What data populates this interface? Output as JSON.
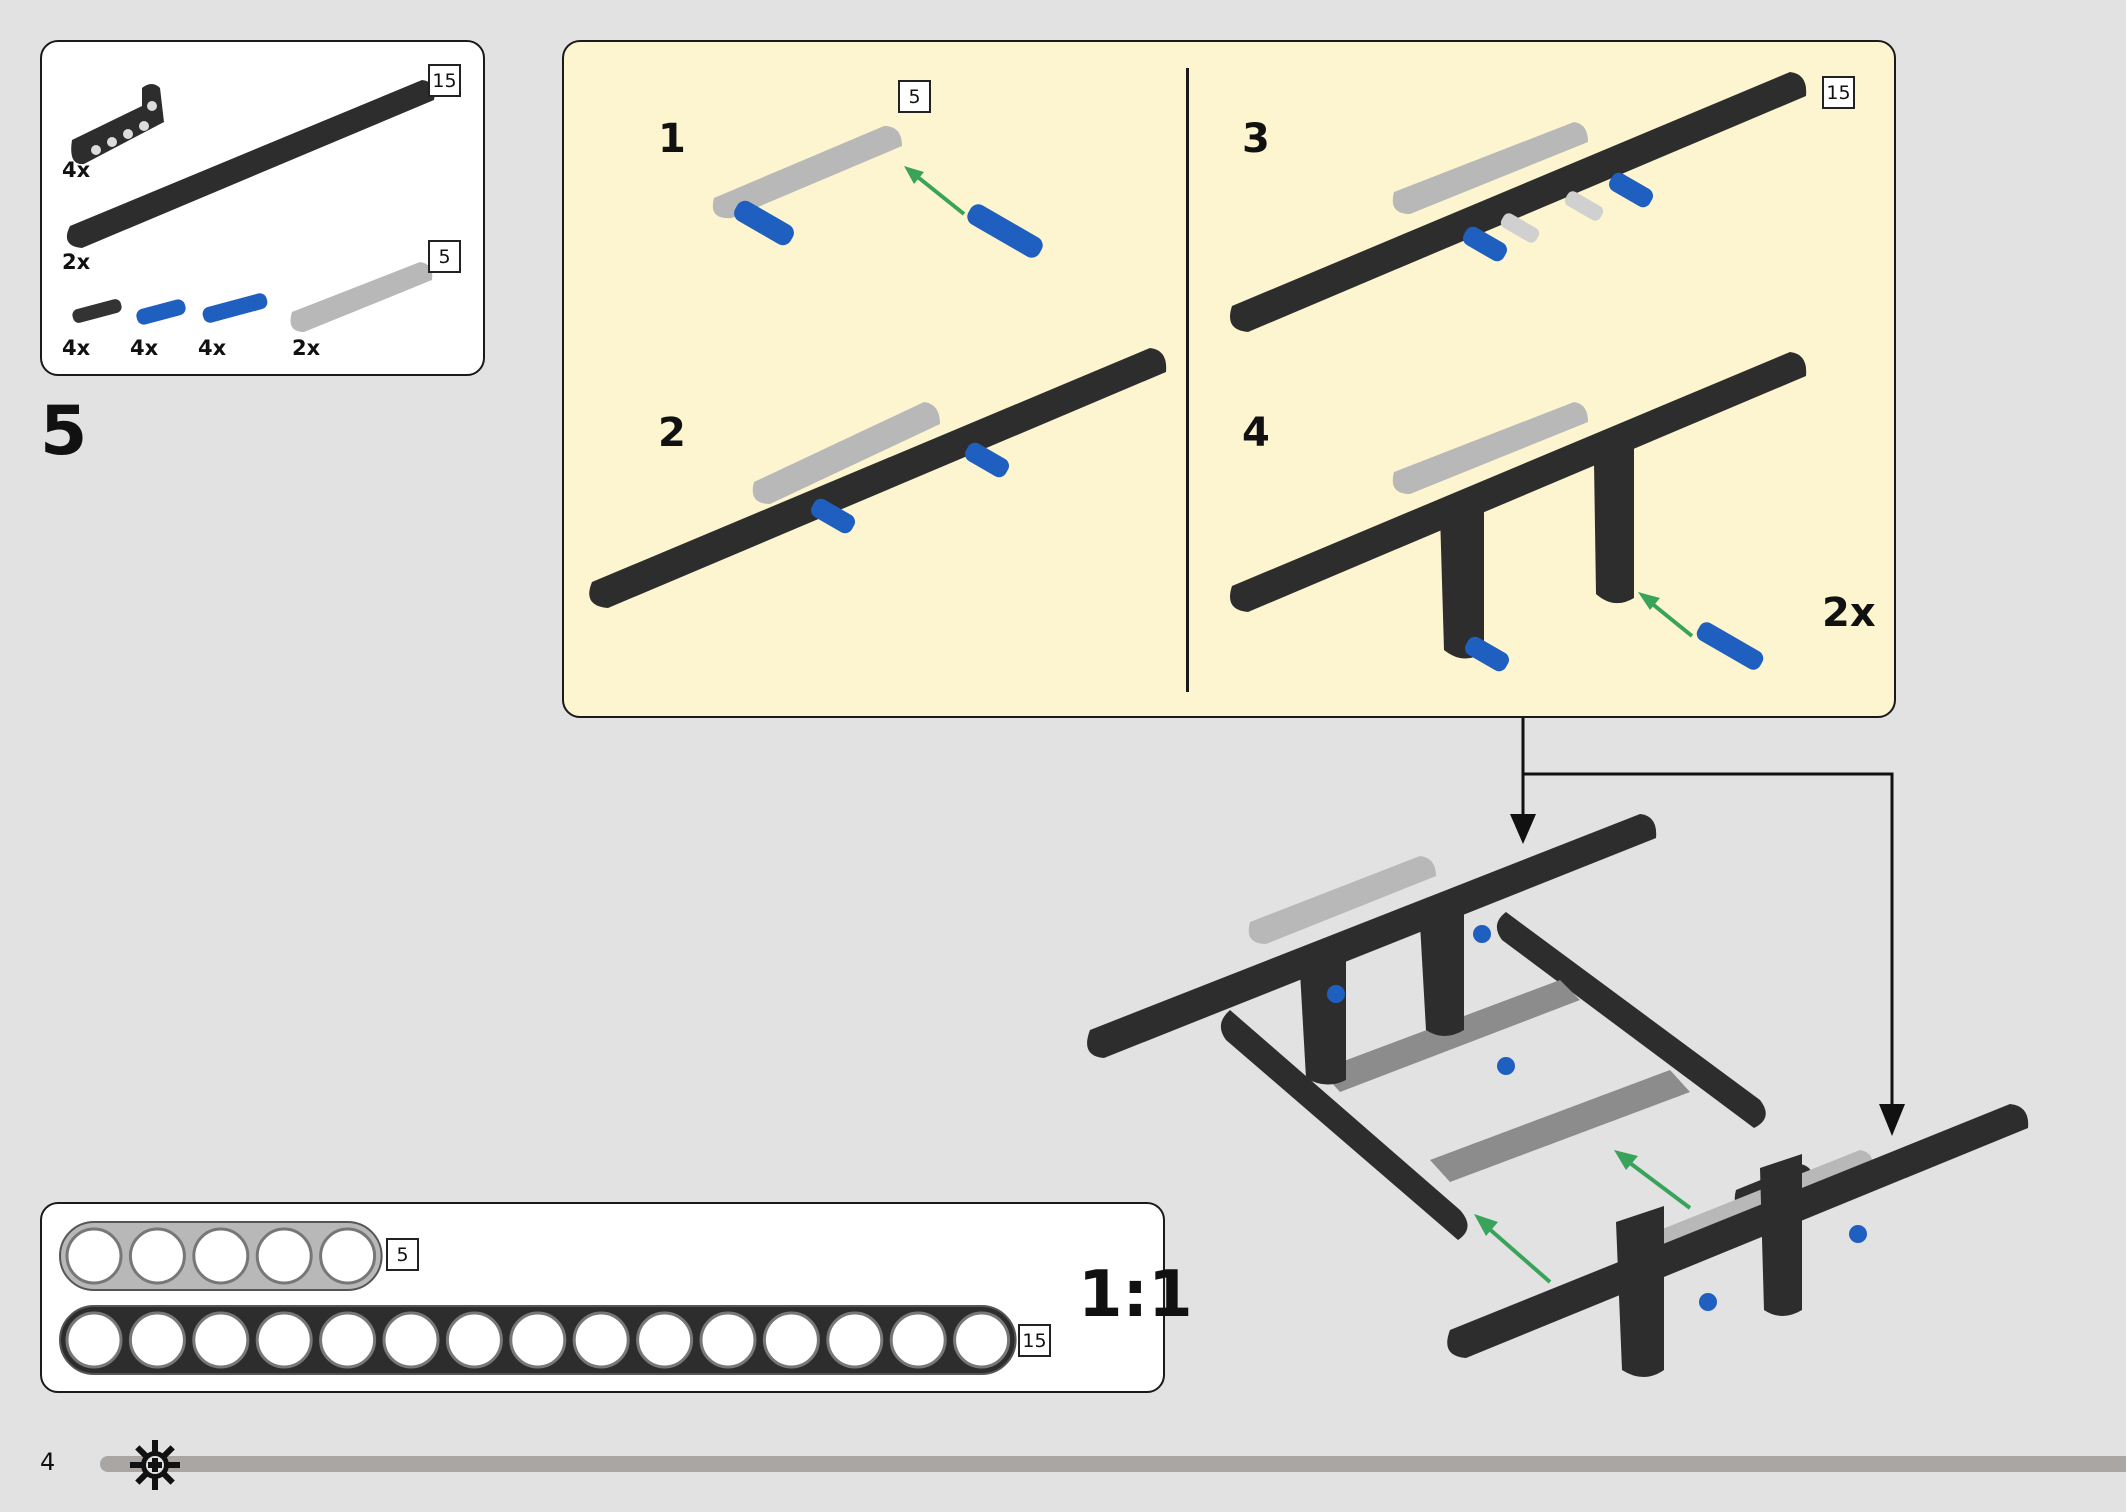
{
  "page": {
    "step_number": "5",
    "page_number": "4"
  },
  "parts_list": {
    "items": [
      {
        "part": "L-shaped liftarm",
        "qty": "4x"
      },
      {
        "part": "15-hole beam",
        "qty": "2x",
        "length": "15"
      },
      {
        "part": "black connector pin",
        "qty": "4x"
      },
      {
        "part": "blue pin",
        "qty": "4x"
      },
      {
        "part": "long blue pin",
        "qty": "4x"
      },
      {
        "part": "5-hole beam",
        "qty": "2x",
        "length": "5"
      }
    ]
  },
  "substeps": [
    {
      "number": "1",
      "length_label": "5"
    },
    {
      "number": "2"
    },
    {
      "number": "3",
      "length_label": "15"
    },
    {
      "number": "4",
      "multiplier": "2x"
    }
  ],
  "scale_reference": {
    "label": "1:1",
    "beams": [
      {
        "length": "5",
        "holes": 5,
        "color": "#b8b8b8"
      },
      {
        "length": "15",
        "holes": 15,
        "color": "#2d2d2d"
      }
    ]
  },
  "colors": {
    "beam_dark": "#2d2d2d",
    "beam_light": "#b8b8b8",
    "pin_blue": "#1f5fbf",
    "arrow_green": "#3aa35a",
    "panel_yellow": "#fdf5cf"
  }
}
